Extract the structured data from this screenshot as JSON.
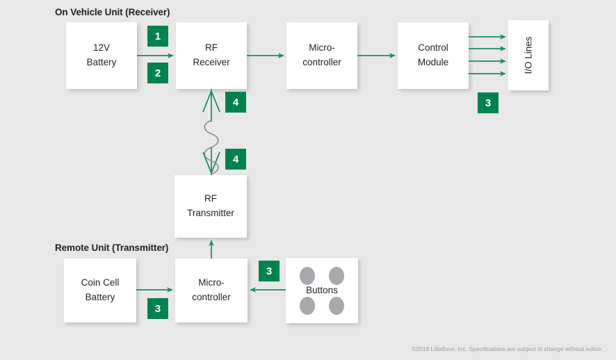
{
  "diagram": {
    "title_receiver": "On Vehicle Unit (Receiver)",
    "title_transmitter": "Remote Unit (Transmitter)",
    "accent_green": "#00824f",
    "background": "#e8e8e8",
    "box_fill": "#ffffff",
    "dot_gray": "#a7a9ac",
    "squiggle_gray": "#808285"
  },
  "nodes": {
    "battery_12v": {
      "line1": "12V",
      "line2": "Battery"
    },
    "rf_receiver": {
      "line1": "RF",
      "line2": "Receiver"
    },
    "mcu_receiver": {
      "line1": "Micro-",
      "line2": "controller"
    },
    "control_module": {
      "line1": "Control",
      "line2": "Module"
    },
    "io_lines": {
      "label": "I/O Lines"
    },
    "rf_transmitter": {
      "line1": "RF",
      "line2": "Transmitter"
    },
    "coin_cell": {
      "line1": "Coin Cell",
      "line2": "Battery"
    },
    "mcu_transmitter": {
      "line1": "Micro-",
      "line2": "controller"
    },
    "buttons": {
      "label": "Buttons"
    }
  },
  "badges": {
    "b1": "1",
    "b2": "2",
    "b3_control": "3",
    "b4_upper": "4",
    "b4_lower": "4",
    "b3_coincell": "3",
    "b3_buttons": "3"
  },
  "footer": {
    "copyright": "©2018 Littelfuse, Inc. Specifications are subject to change without notice."
  }
}
